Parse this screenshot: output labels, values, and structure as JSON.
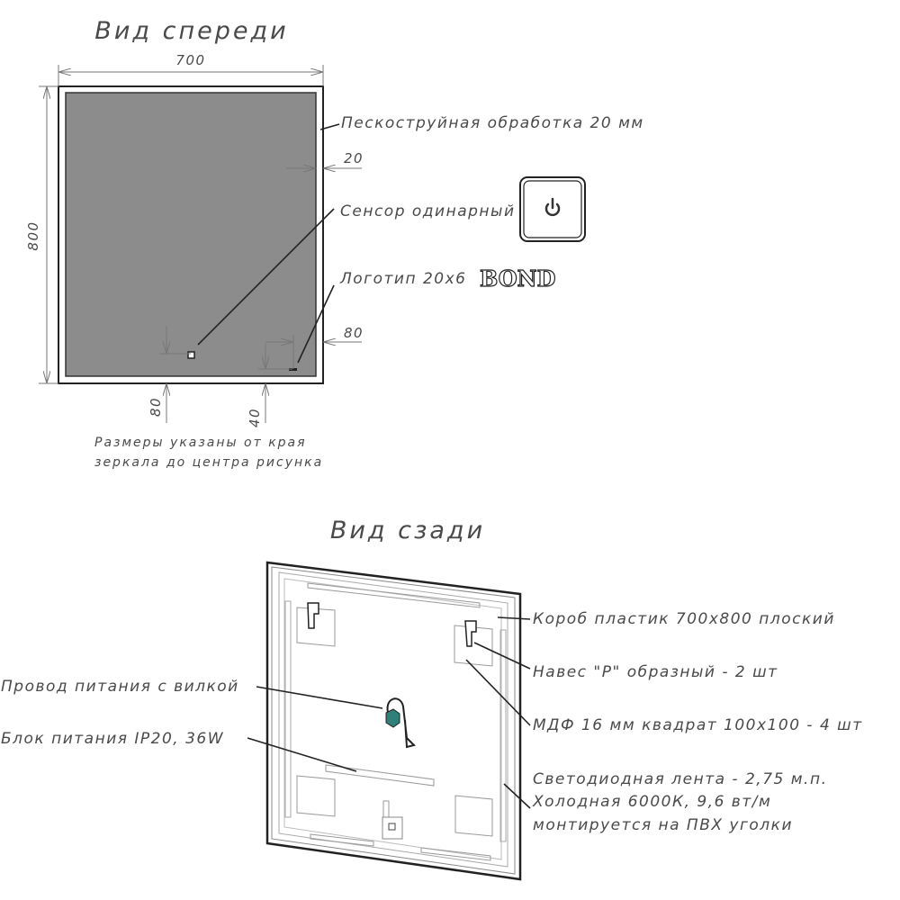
{
  "front_view": {
    "title": "Вид спереди",
    "dim_width": "700",
    "dim_height": "800",
    "dim_border": "20",
    "dim_logo_right": "80",
    "dim_sensor_bottom": "80",
    "dim_logo_bottom": "40",
    "label_sandblast": "Пескоструйная обработка 20 мм",
    "label_sensor": "Сенсор одинарный",
    "label_logo": "Логотип 20х6",
    "logo_text": "BOND",
    "note_line1": "Размеры указаны от края",
    "note_line2": "зеркала до центра рисунка",
    "mirror_color": "#8c8c8c"
  },
  "back_view": {
    "title": "Вид сзади",
    "label_box": "Короб пластик 700х800 плоский",
    "label_hanger": "Навес \"Р\" образный - 2 шт",
    "label_mdf": "МДФ 16 мм квадрат 100х100 - 4 шт",
    "label_led_1": "Светодиодная лента - 2,75 м.п.",
    "label_led_2": "Холодная 6000К, 9,6 вт/м",
    "label_led_3": "монтируется на ПВХ уголки",
    "label_cable": "Провод питания с вилкой",
    "label_psu": "Блок питания IP20, 36W",
    "psu_color": "#2f7f7a"
  }
}
